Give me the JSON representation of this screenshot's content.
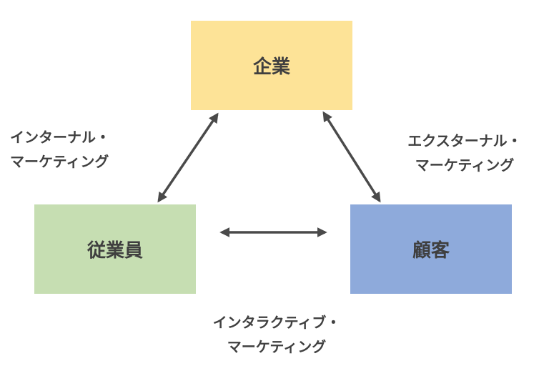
{
  "nodes": {
    "company": {
      "label": "企業",
      "color": "#fde397"
    },
    "employee": {
      "label": "従業員",
      "color": "#c6deb2"
    },
    "customer": {
      "label": "顧客",
      "color": "#8eaadb"
    }
  },
  "edges": {
    "internal": {
      "line1": "インターナル・",
      "line2": "マーケティング"
    },
    "external": {
      "line1": "エクスターナル・",
      "line2": "マーケティング"
    },
    "interactive": {
      "line1": "インタラクティブ・",
      "line2": "マーケティング"
    }
  },
  "arrow_color": "#4a4a4a"
}
